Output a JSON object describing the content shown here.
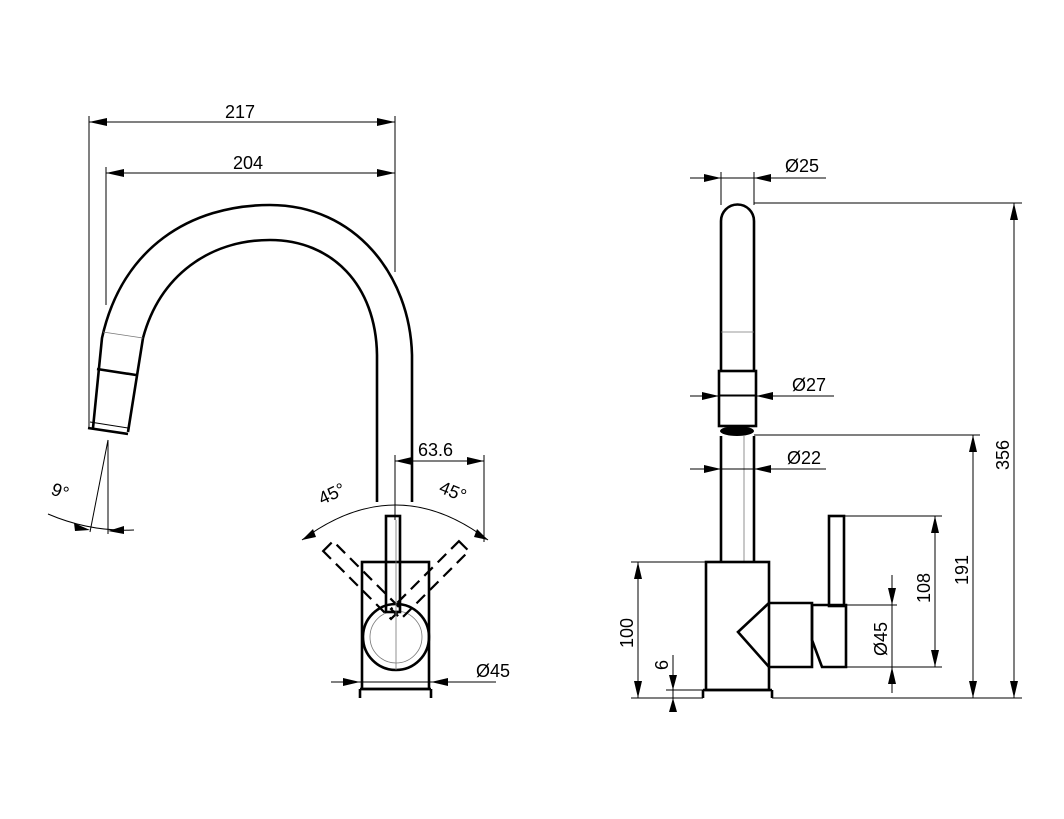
{
  "front_view": {
    "dim_reach_overall": "217",
    "dim_reach_spout": "204",
    "dim_lever_offset": "63.6",
    "dim_angle_left": "45°",
    "dim_angle_right": "45°",
    "dim_spray_angle": "9°",
    "dim_base_diameter": "Ø45"
  },
  "side_view": {
    "dim_spout_top_diameter": "Ø25",
    "dim_spray_head_diameter": "Ø27",
    "dim_spout_diameter": "Ø22",
    "dim_total_height": "356",
    "dim_outlet_height": "191",
    "dim_lever_height": "108",
    "dim_body_height": "100",
    "dim_base_plate": "6",
    "dim_handle_diameter": "Ø45"
  }
}
